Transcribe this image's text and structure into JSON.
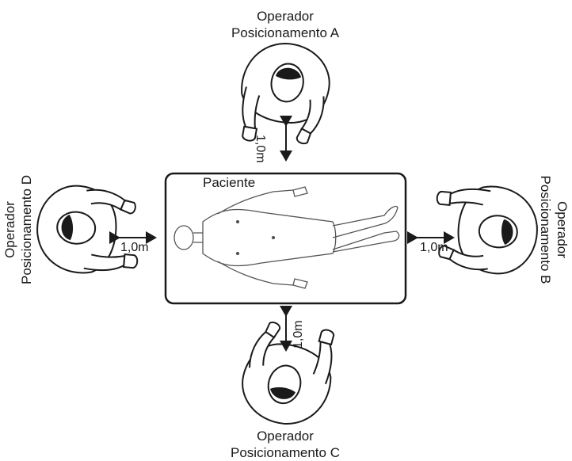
{
  "operators": {
    "a": {
      "line1": "Operador",
      "line2": "Posicionamento A"
    },
    "b": {
      "line1": "Operador",
      "line2": "Posicionamento B"
    },
    "c": {
      "line1": "Operador",
      "line2": "Posicionamento C"
    },
    "d": {
      "line1": "Operador",
      "line2": "Posicionamento D"
    }
  },
  "patient_label": "Paciente",
  "distances": {
    "a": "1,0m",
    "b": "1,0m",
    "c": "1,0m",
    "d": "1,0m"
  }
}
